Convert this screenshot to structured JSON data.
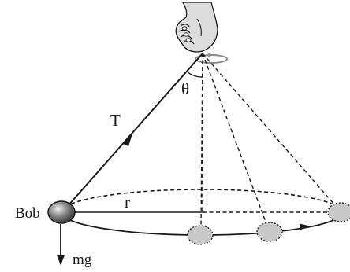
{
  "labels": {
    "tension": "T",
    "angle": "θ",
    "radius": "r",
    "bob": "Bob",
    "weight": "mg"
  },
  "colors": {
    "line": "#1a1a1a",
    "circle_arrow": "#8a8a8a",
    "bob_fill": "#6e6e6e",
    "ghost_bob_fill": "#c8c8c8",
    "hand_fill": "#d9d9d9"
  },
  "icons": {
    "hand": "hand-holding-string-icon"
  }
}
